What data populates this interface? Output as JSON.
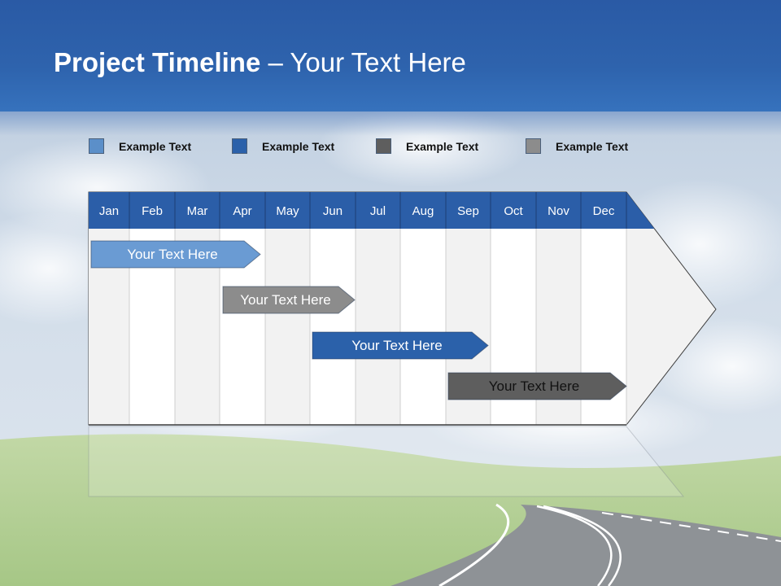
{
  "title": {
    "bold": "Project Timeline",
    "rest": " – Your Text Here"
  },
  "legend": [
    {
      "label": "Example Text",
      "color": "#5b8fc9"
    },
    {
      "label": "Example Text",
      "color": "#2b61aa"
    },
    {
      "label": "Example Text",
      "color": "#5e5e5e"
    },
    {
      "label": "Example Text",
      "color": "#8c8c8c"
    }
  ],
  "months": [
    "Jan",
    "Feb",
    "Mar",
    "Apr",
    "May",
    "Jun",
    "Jul",
    "Aug",
    "Sep",
    "Oct",
    "Nov",
    "Dec"
  ],
  "tasks": [
    {
      "label": "Your  Text Here",
      "start_month": "Jan",
      "end_month": "Apr",
      "color": "#6a9bd3",
      "text_color": "#ffffff"
    },
    {
      "label": "Your  Text Here",
      "start_month": "Apr",
      "end_month": "Jun",
      "color": "#8c8c8c",
      "text_color": "#ffffff"
    },
    {
      "label": "Your  Text Here",
      "start_month": "Jun",
      "end_month": "Sep",
      "color": "#2b61aa",
      "text_color": "#ffffff"
    },
    {
      "label": "Your  Text Here",
      "start_month": "Sep",
      "end_month": "Dec",
      "color": "#5e5e5e",
      "text_color": "#111111"
    }
  ],
  "colors": {
    "header": "#2e63ad",
    "month_bar": "#2b5ea8",
    "sky": "#c4d4e6",
    "grass": "#a9c98a"
  }
}
